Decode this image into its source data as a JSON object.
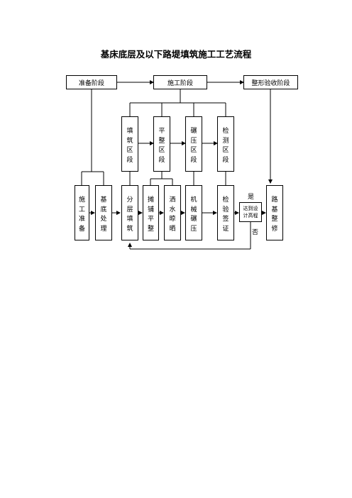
{
  "title": "基床底层及以下路堤填筑施工工艺流程",
  "stages": {
    "prep": "准备阶段",
    "construction": "施工阶段",
    "acceptance": "整形验收阶段"
  },
  "sections": {
    "fill": "填筑区段",
    "level": "平整区段",
    "compact": "碾压区段",
    "inspect": "检测区段"
  },
  "steps": {
    "construction_prep": "施工准备",
    "foundation": "基底处理",
    "layered_fill": "分层填筑",
    "spread_level": "摊铺平整",
    "water_dry": "洒水晾晒",
    "mech_compact": "机械碾压",
    "inspect_sign": "检验签证",
    "design_elev": "达到设计高程",
    "finishing": "路基整修"
  },
  "branch_labels": {
    "yes": "是",
    "no": "否"
  }
}
